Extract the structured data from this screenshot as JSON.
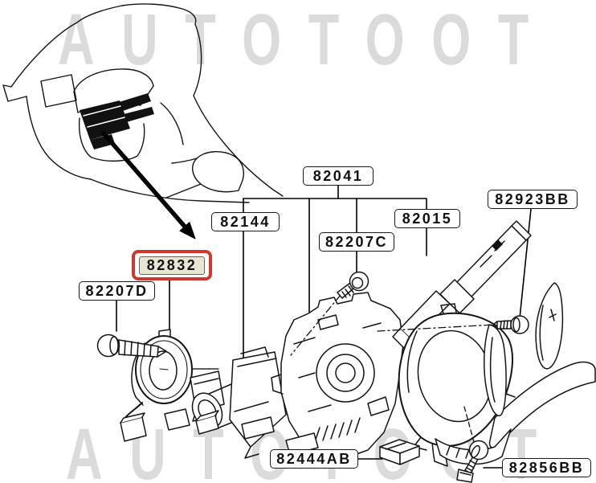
{
  "watermarks": {
    "top": "AUTOTOOT",
    "bottom": "AUTOTOOT",
    "color": "#dbdbdb"
  },
  "parts": [
    {
      "number": "82041",
      "highlighted": false
    },
    {
      "number": "82144",
      "highlighted": false
    },
    {
      "number": "82207C",
      "highlighted": false
    },
    {
      "number": "82015",
      "highlighted": false
    },
    {
      "number": "82923BB",
      "highlighted": false
    },
    {
      "number": "82832",
      "highlighted": true
    },
    {
      "number": "82207D",
      "highlighted": false
    },
    {
      "number": "82444AB",
      "highlighted": false
    },
    {
      "number": "82856BB",
      "highlighted": false
    }
  ],
  "highlight_style": {
    "border_color": "#cf382e",
    "fill_color": "#e9e5d3"
  },
  "colors": {
    "background": "#ffffff",
    "line": "#151515",
    "label_border": "#1a1a1a",
    "watermark": "#dbdbdb"
  }
}
